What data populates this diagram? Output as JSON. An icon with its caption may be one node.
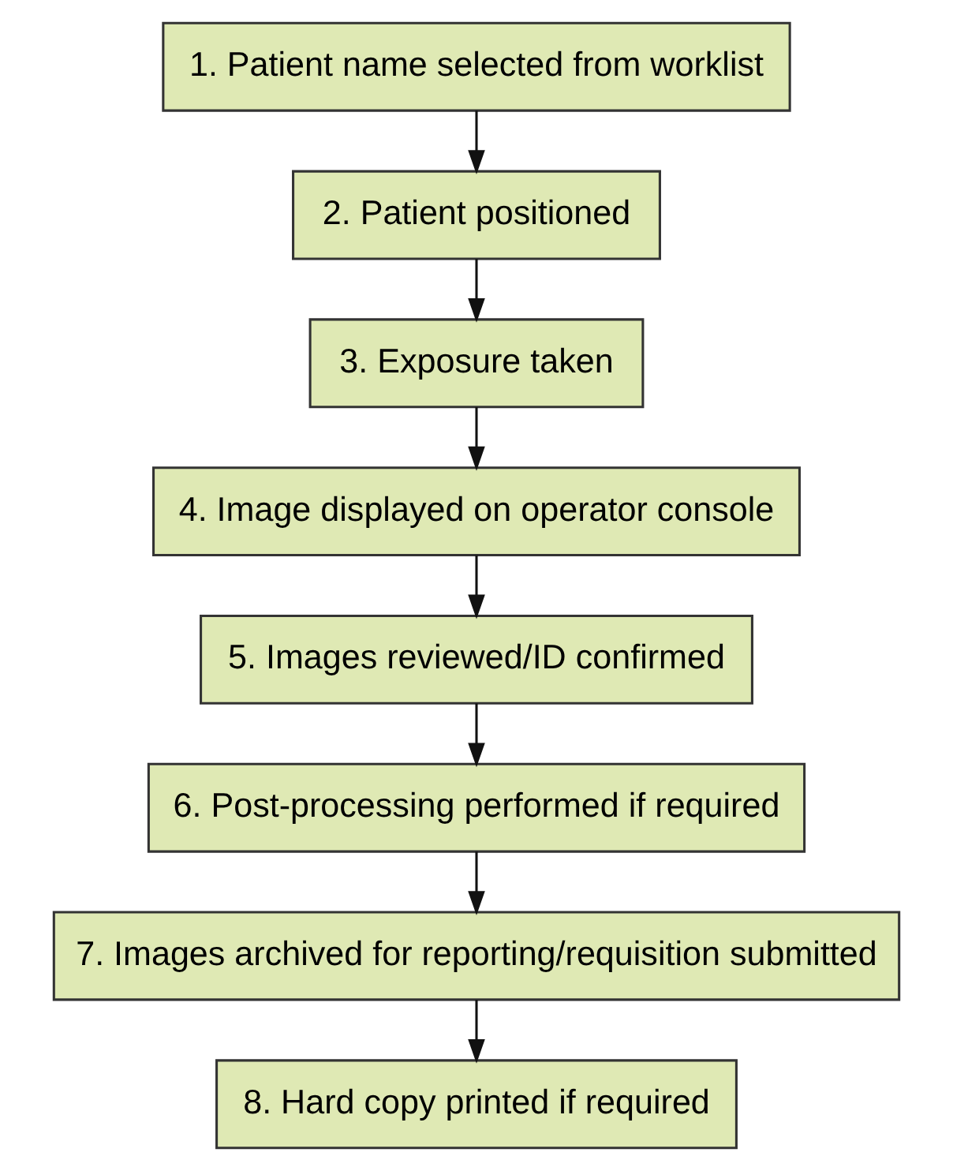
{
  "diagram": {
    "nodes": [
      {
        "text": [
          "1. Patient name selected from worklist"
        ]
      },
      {
        "text": [
          "2. Patient positioned"
        ]
      },
      {
        "text": [
          "3. Exposure taken"
        ]
      },
      {
        "text": [
          "4. Image displayed on operator console"
        ]
      },
      {
        "text": [
          "5. Images reviewed/ID confirmed"
        ]
      },
      {
        "text": [
          "6. Post-processing performed if required"
        ]
      },
      {
        "text": [
          "7. Images archived for reporting/requisition submitted"
        ]
      },
      {
        "text": [
          "8. Hard copy printed if required"
        ]
      }
    ],
    "edges": [
      {
        "from": 0,
        "to": 1,
        "arrow": "to"
      },
      {
        "from": 1,
        "to": 2,
        "arrow": "to"
      },
      {
        "from": 2,
        "to": 3,
        "arrow": "to"
      },
      {
        "from": 3,
        "to": 4,
        "arrow": "to"
      },
      {
        "from": 4,
        "to": 5,
        "arrow": "to"
      },
      {
        "from": 5,
        "to": 6,
        "arrow": "to"
      },
      {
        "from": 6,
        "to": 7,
        "arrow": "to"
      }
    ]
  }
}
